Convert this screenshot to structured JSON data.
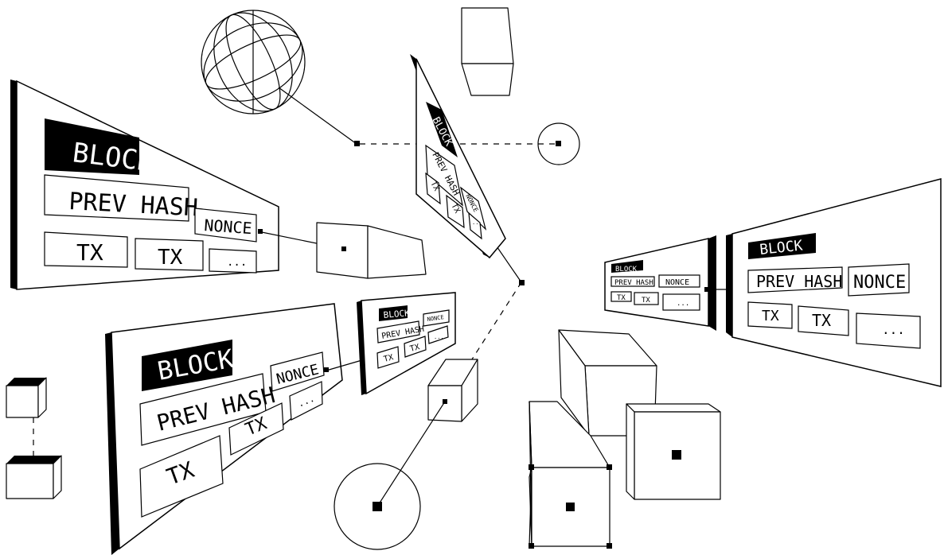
{
  "labels": {
    "block": "BLOCK",
    "prev_hash": "PREV HASH",
    "nonce": "NONCE",
    "tx": "TX",
    "more": "..."
  }
}
